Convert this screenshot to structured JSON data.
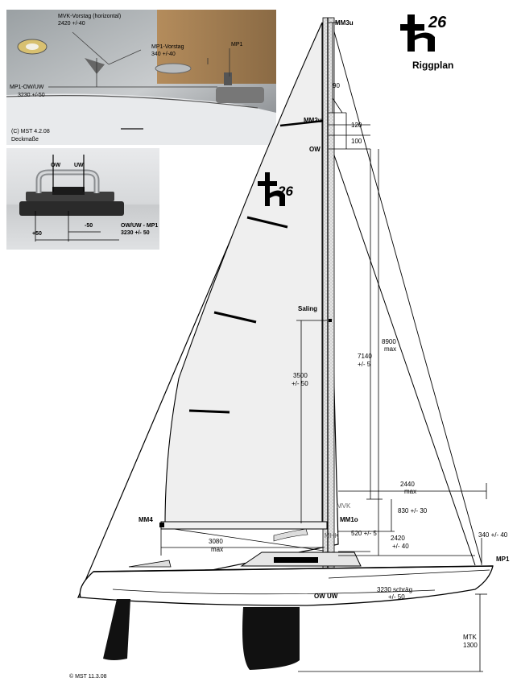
{
  "brand": {
    "logo_letter": "h",
    "logo_number": "26",
    "title": "Riggplan"
  },
  "photo_top": {
    "lbl_mvk": "MVK-Vorstag (horizontal)",
    "lbl_mvk_val": "2420  +/-40",
    "lbl_mp1_vorstag": "MP1-Vorstag",
    "lbl_mp1_vorstag_val": "340 +/-40",
    "lbl_mp1": "MP1",
    "lbl_mp1_owuw": "MP1-OW/UW",
    "lbl_mp1_owuw_val": "3230 +/-50",
    "copyright": "(C) MST 4.2.08",
    "caption": "Deckmaße"
  },
  "photo_mid": {
    "lbl_ow": "OW",
    "lbl_uw": "UW",
    "lbl_plus50": "+50",
    "lbl_minus50": "-50",
    "lbl_owuw_mp1": "OW/UW - MP1",
    "lbl_owuw_mp1_val": "3230  +/- 50"
  },
  "rig_labels": {
    "mm3u": "MM3u",
    "d90": "90",
    "mm2u": "MM2u",
    "d120": "120",
    "ow": "OW",
    "d100": "100",
    "saling": "Saling",
    "d8900": "8900",
    "d8900_sub": "max",
    "d7140": "7140",
    "d7140_sub": "+/- 5",
    "d3500": "3500",
    "d3500_sub": "+/- 50",
    "d2440": "2440",
    "d2440_sub": "max",
    "mvk": "MVK",
    "d830": "830 +/- 30",
    "mm1o": "MM1o",
    "mm4": "MM4",
    "mhk": "MHK",
    "d520": "520 +/- 5",
    "d3080": "3080",
    "d3080_sub": "max",
    "d2420": "2420",
    "d2420_sub": "+/- 40",
    "d340": "340 +/- 40",
    "mp1": "MP1",
    "ow_uw": "OW UW",
    "d3230": "3230 schräg",
    "d3230_sub": "+/- 50",
    "mtk": "MTK",
    "d1300": "1300"
  },
  "footer": {
    "copyright": "© MST 11.3.08"
  },
  "colors": {
    "sail": "#f2f2f2",
    "hull": "#ffffff",
    "keel": "#111111",
    "mast": "#d8d8d8",
    "photo_top_bg": "#8a8f93",
    "photo_mid_bg": "#e2e4e6"
  }
}
